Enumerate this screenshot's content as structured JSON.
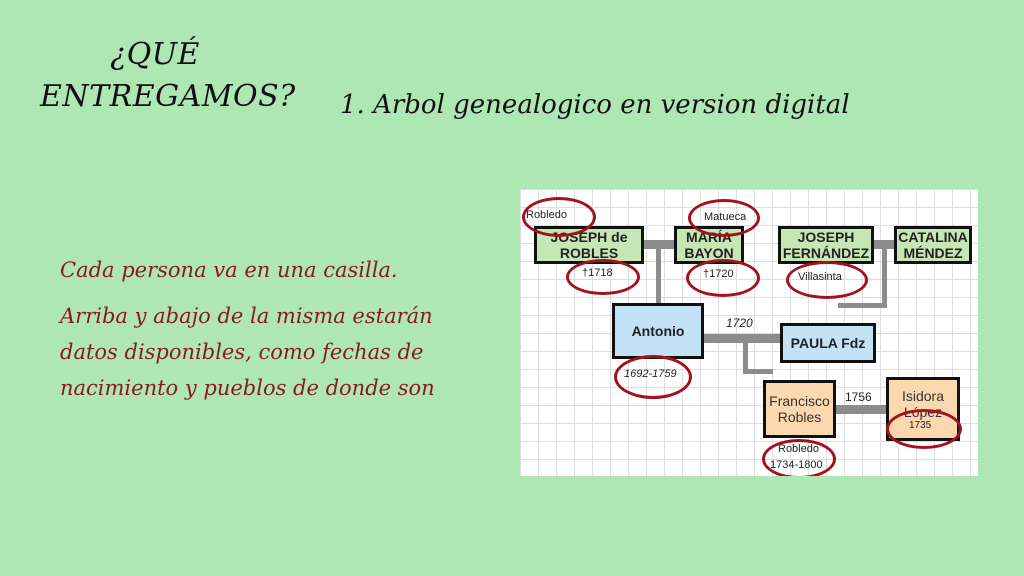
{
  "title": {
    "line1": "¿QUÉ",
    "line2": "ENTREGAMOS?"
  },
  "subtitle": "1. Arbol genealogico en version digital",
  "body": {
    "p1": "Cada persona va en una casilla.",
    "p2": "Arriba y abajo de la misma estarán datos disponibles, como fechas de nacimiento y pueblos de donde son"
  },
  "tree": {
    "persons": {
      "joseph_robles": "JOSEPH de ROBLES",
      "maria_bayon": "MARÍA BAYON",
      "joseph_fernandez": "JOSEPH FERNÁNDEZ",
      "catalina_mendez": "CATALINA MÉNDEZ",
      "antonio": "Antonio",
      "paula": "PAULA Fdz",
      "francisco": "Francisco Robles",
      "isidora": "Isidora López"
    },
    "labels": {
      "robledo_top": "Robledo",
      "matueca": "Matueca",
      "joseph_death": "†1718",
      "maria_death": "†1720",
      "villasinta": "Villasinta",
      "marriage_1720": "1720",
      "antonio_dates": "1692-1759",
      "marriage_1756": "1756",
      "isidora_birth": "1735",
      "robledo_bottom": "Robledo",
      "francisco_dates": "1734-1800"
    },
    "colors": {
      "highlight_ring": "#a3111b",
      "male_line": "#c6e6b5",
      "child": "#c3e2f5",
      "grandchild": "#fcd8b0"
    }
  }
}
